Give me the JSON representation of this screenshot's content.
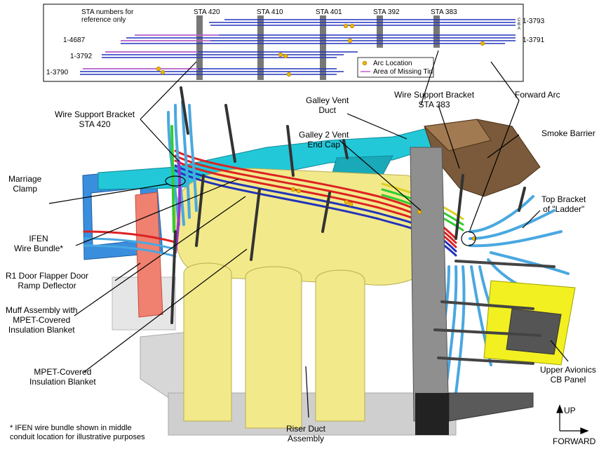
{
  "inset": {
    "note": "STA numbers for\nreference only",
    "stations": [
      "STA 420",
      "STA 410",
      "STA 401",
      "STA 392",
      "STA 383"
    ],
    "wires": [
      "1-3793",
      "1-4687",
      "1-3791",
      "1-3792",
      "1-3790"
    ],
    "wire_end_letters": [
      "A",
      "B",
      "C"
    ],
    "legend": {
      "arc": "Arc Location",
      "tin": "Area of Missing Tin"
    }
  },
  "callouts": {
    "wire_support_420": "Wire Support Bracket\nSTA 420",
    "galley_vent_duct": "Galley Vent\nDuct",
    "wire_support_383": "Wire Support Bracket\nSTA 383",
    "forward_arc": "Forward Arc",
    "galley2_end_cap": "Galley 2 Vent\nEnd Cap",
    "smoke_barrier": "Smoke Barrier",
    "marriage_clamp": "Marriage\nClamp",
    "top_bracket": "Top Bracket\nof \"Ladder\"",
    "ifen_bundle": "IFEN\nWire Bundle*",
    "r1_door": "R1 Door Flapper Door\nRamp Deflector",
    "muff_assembly": "Muff Assembly with\nMPET-Covered\nInsulation Blanket",
    "mpet_blanket": "MPET-Covered\nInsulation Blanket",
    "upper_avionics": "Upper Avionics\nCB Panel",
    "riser_duct": "Riser Duct\nAssembly"
  },
  "footnote": "* IFEN wire bundle shown in middle\nconduit location for illustrative purposes",
  "axes": {
    "up": "UP",
    "forward": "FORWARD"
  },
  "colors": {
    "wire_blue": "#2233bb",
    "tin_pink": "#cc66cc",
    "arc_yellow": "#f0b400",
    "duct_cyan": "#22c8d8",
    "riser_yellow": "#f2e98a",
    "bundle_blue": "#4aa8e0",
    "red_wire": "#dd2222",
    "green_wire": "#33cc33",
    "smoke_brown": "#7a5a3a",
    "flapper_salmon": "#f08070"
  }
}
